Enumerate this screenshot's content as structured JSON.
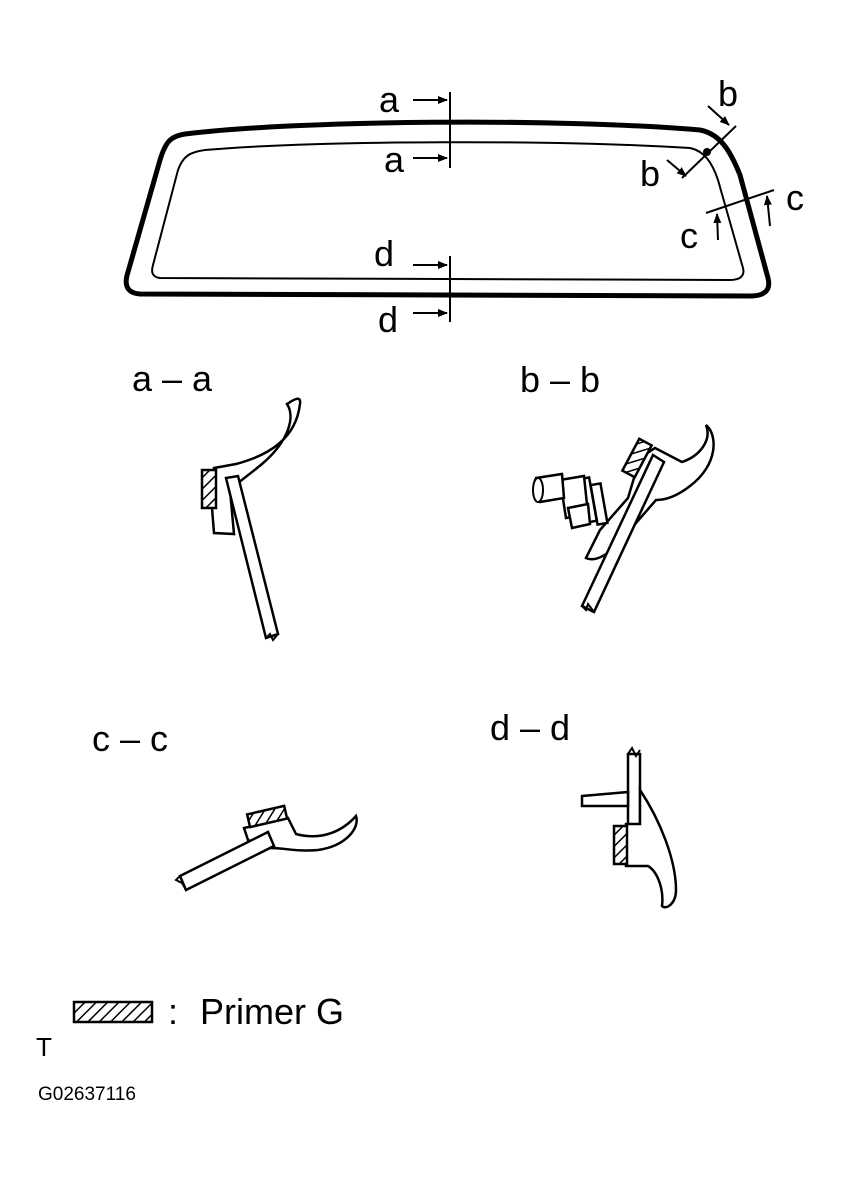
{
  "window_view": {
    "cut_labels": {
      "a_top": "a",
      "a_bottom": "a",
      "b_top": "b",
      "b_bottom": "b",
      "c_right": "c",
      "c_left": "c",
      "d_top": "d",
      "d_bottom": "d"
    }
  },
  "sections": {
    "aa": "a – a",
    "bb": "b – b",
    "cc": "c – c",
    "dd": "d – d"
  },
  "legend": {
    "separator": ":",
    "label": "Primer G"
  },
  "footer": {
    "mark": "T",
    "code": "G02637116"
  }
}
